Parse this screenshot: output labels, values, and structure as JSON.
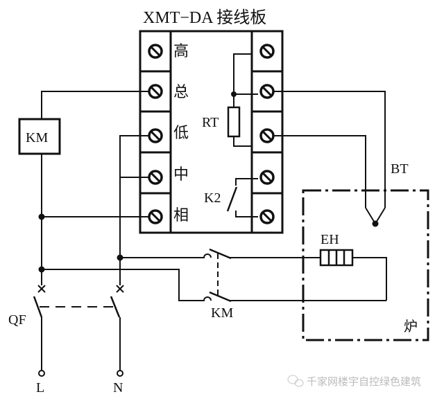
{
  "diagram": {
    "title": "XMT−DA 接线板",
    "terminal_labels_left": [
      "高",
      "总",
      "低",
      "中",
      "相"
    ],
    "components": {
      "coil": "KM",
      "resistor": "RT",
      "relay_contact": "K2",
      "thermocouple": "BT",
      "heater": "EH",
      "contactor_contacts": "KM",
      "breaker": "QF",
      "furnace": "炉"
    },
    "terminals": {
      "line": "L",
      "neutral": "N"
    },
    "colors": {
      "line": "#111111",
      "background": "#ffffff",
      "watermark": "#bbbbbb"
    }
  },
  "watermark": {
    "text": "千家网楼宇自控绿色建筑",
    "icon": "wechat-icon"
  }
}
